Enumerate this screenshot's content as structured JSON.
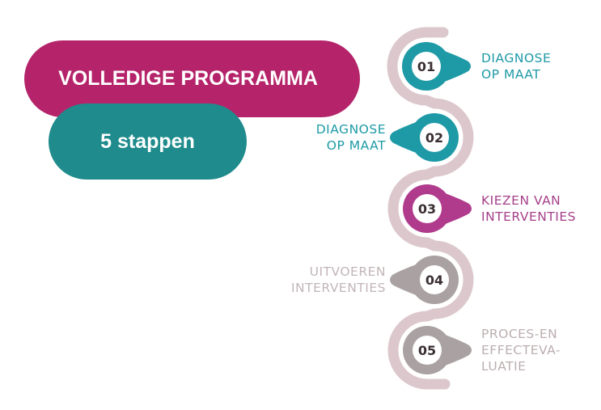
{
  "title": "VOLLEDIGE PROGRAMMA",
  "subtitle": "5 stappen",
  "colors": {
    "primary_pill": "#b5246a",
    "secondary_pill": "#1f8b8c",
    "track": "#dcc8cc"
  },
  "steps": [
    {
      "number": "01",
      "lines": [
        "DIAGNOSE",
        "OP MAAT"
      ],
      "color": "#1e9aa6",
      "label_color": "#1e9aa6",
      "side": "right"
    },
    {
      "number": "02",
      "lines": [
        "DIAGNOSE",
        "OP MAAT"
      ],
      "color": "#1e9aa6",
      "label_color": "#1e9aa6",
      "side": "left"
    },
    {
      "number": "03",
      "lines": [
        "KIEZEN VAN",
        "INTERVENTIES"
      ],
      "color": "#b03b8d",
      "label_color": "#a5408a",
      "side": "right"
    },
    {
      "number": "04",
      "lines": [
        "UITVOEREN",
        "INTERVENTIES"
      ],
      "color": "#aaa2a2",
      "label_color": "#c2b5b7",
      "side": "left"
    },
    {
      "number": "05",
      "lines": [
        "PROCES-EN",
        "EFFECTEVA-",
        "LUATIE"
      ],
      "color": "#aaa2a2",
      "label_color": "#bcaeb0",
      "side": "right"
    }
  ]
}
